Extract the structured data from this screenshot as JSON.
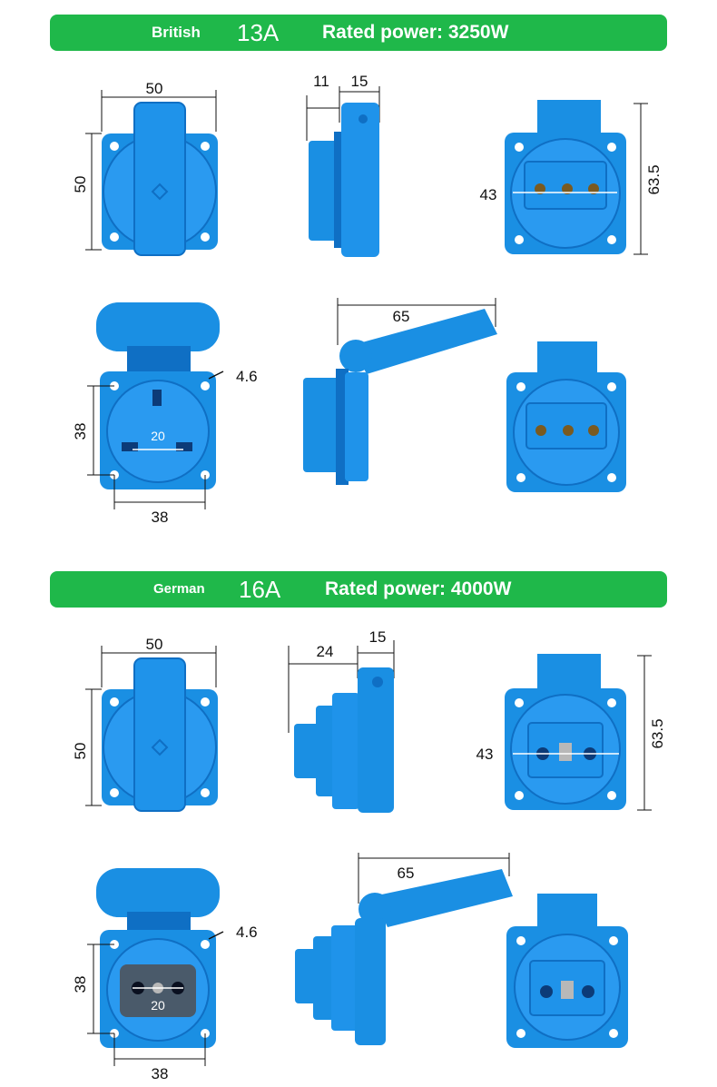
{
  "sections": [
    {
      "region": "British",
      "ampere": "13A",
      "power": "Rated power: 3250W",
      "front_closed": {
        "width": "50",
        "height": "50"
      },
      "side_closed": {
        "depth": "11",
        "lid": "15"
      },
      "back": {
        "width": "43",
        "height": "63.5"
      },
      "front_open": {
        "hole_v": "38",
        "hole_h": "38",
        "hole_dia": "4.6",
        "pin_spacing": "20"
      },
      "side_open": {
        "length": "65"
      }
    },
    {
      "region": "German",
      "ampere": "16A",
      "power": "Rated power: 4000W",
      "front_closed": {
        "width": "50",
        "height": "50"
      },
      "side_closed": {
        "depth": "24",
        "lid": "15"
      },
      "back": {
        "width": "43",
        "height": "63.5"
      },
      "front_open": {
        "hole_v": "38",
        "hole_h": "38",
        "hole_dia": "4.6",
        "pin_spacing": "20"
      },
      "side_open": {
        "length": "65"
      }
    }
  ],
  "colors": {
    "banner": "#1fb84a",
    "socket": "#1a8fe3",
    "socket_dark": "#0f6fc4"
  }
}
